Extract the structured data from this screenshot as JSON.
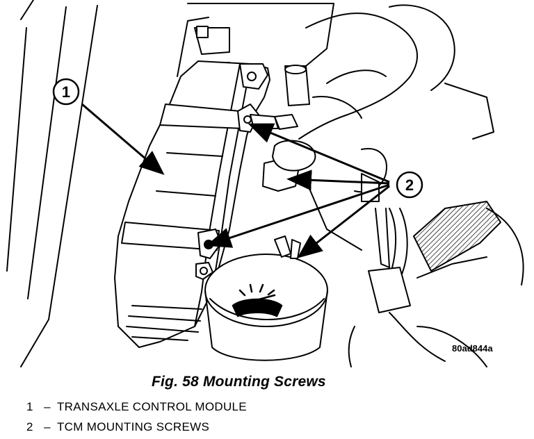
{
  "figure": {
    "code": "80ad844a",
    "caption": "Fig. 58 Mounting Screws"
  },
  "callouts": [
    {
      "number": "1"
    },
    {
      "number": "2"
    }
  ],
  "legend": [
    {
      "number": "1",
      "separator": "–",
      "text": "TRANSAXLE CONTROL MODULE"
    },
    {
      "number": "2",
      "separator": "–",
      "text": "TCM MOUNTING SCREWS"
    }
  ]
}
